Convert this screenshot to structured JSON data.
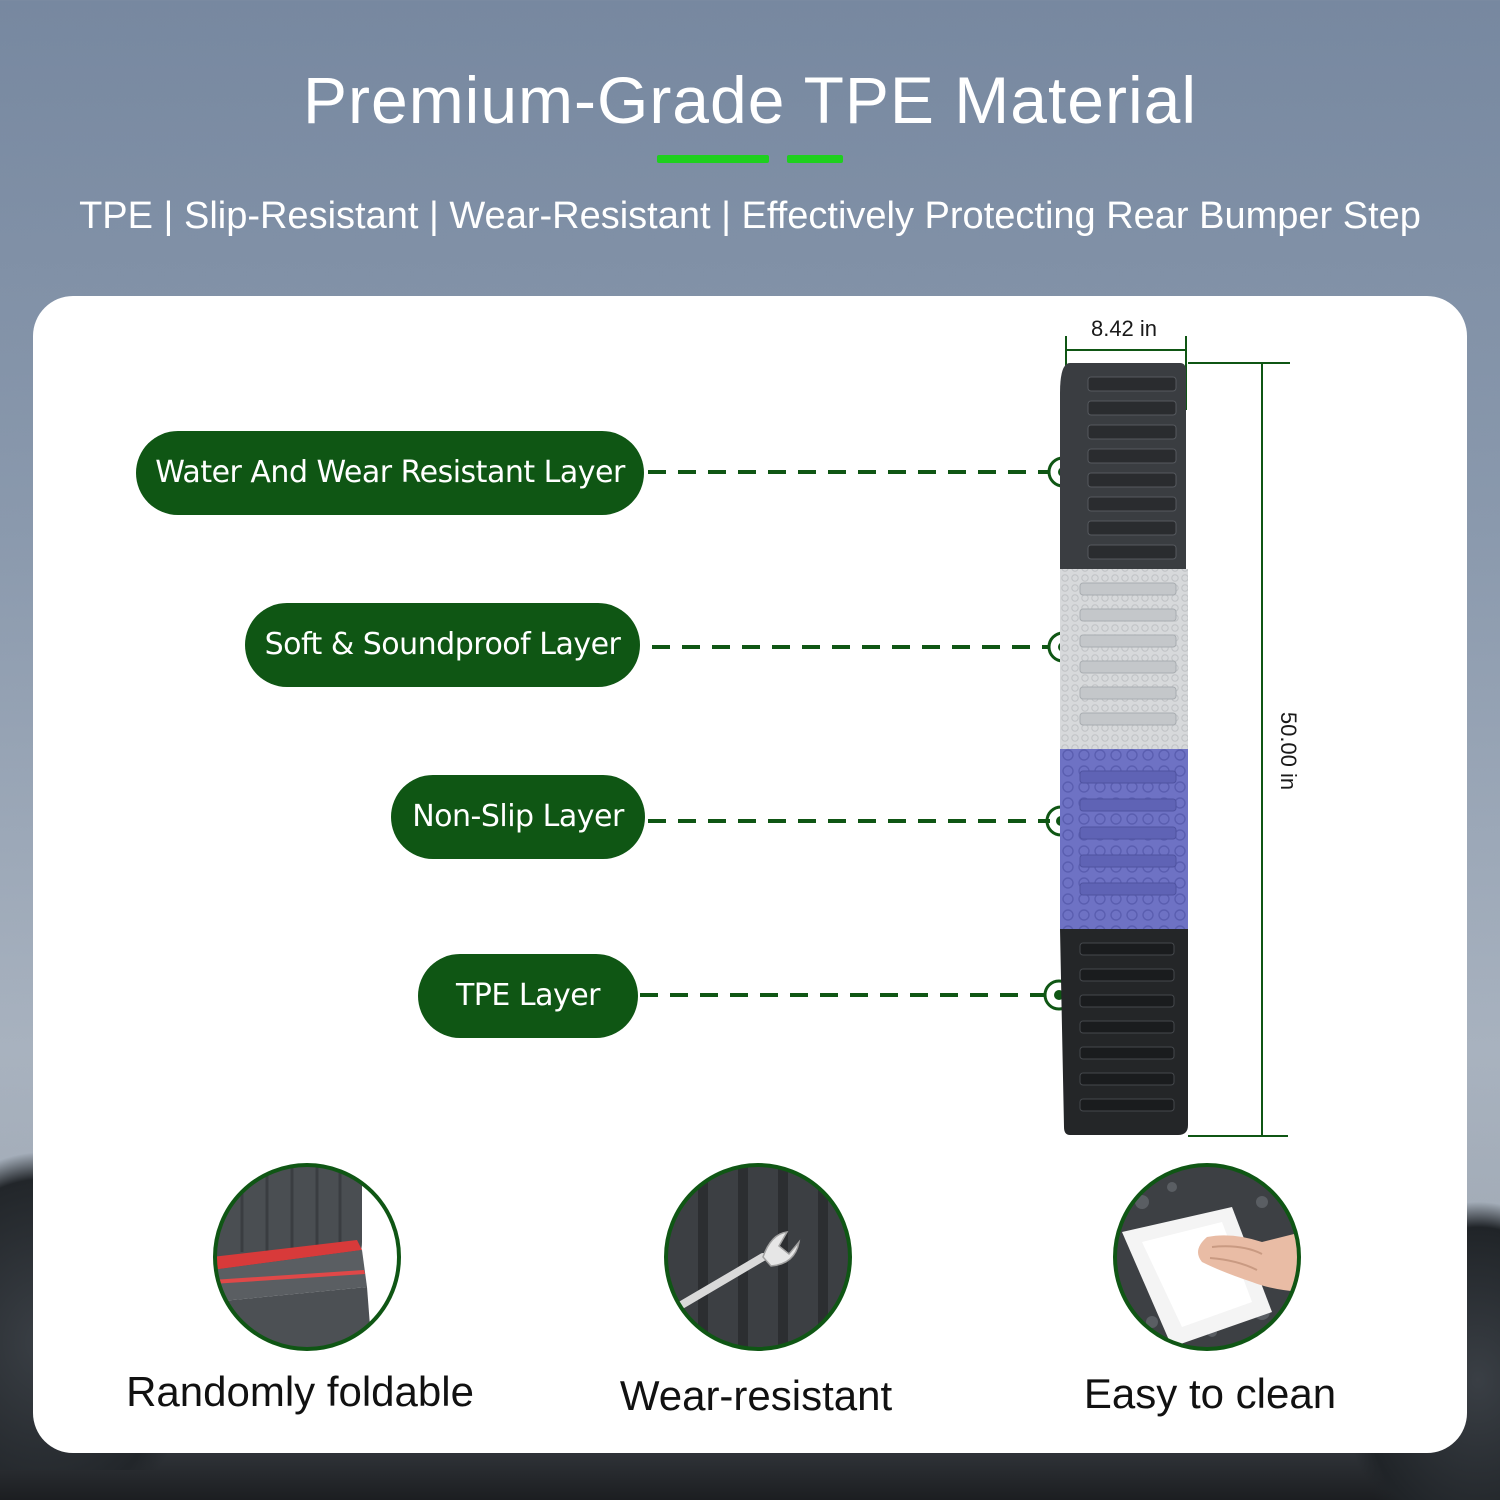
{
  "header": {
    "title": "Premium-Grade TPE Material",
    "subtitle": "TPE | Slip-Resistant | Wear-Resistant | Effectively Protecting Rear Bumper Step"
  },
  "layers": [
    {
      "label": "Water And Wear Resistant Layer",
      "color": "#3a3d41"
    },
    {
      "label": "Soft & Soundproof Layer",
      "color": "#d7d9db"
    },
    {
      "label": "Non-Slip Layer",
      "color": "#6e72c4"
    },
    {
      "label": "TPE Layer",
      "color": "#242628"
    }
  ],
  "dimensions": {
    "width": "8.42 in",
    "length": "50.00 in"
  },
  "features": [
    {
      "label": "Randomly foldable",
      "icon": "folded-mat-icon"
    },
    {
      "label": "Wear-resistant",
      "icon": "scratch-tool-icon"
    },
    {
      "label": "Easy to clean",
      "icon": "wipe-clean-icon"
    }
  ],
  "colors": {
    "pill": "#0f5614",
    "accent": "#1ed01e",
    "leader": "#0f5614"
  }
}
